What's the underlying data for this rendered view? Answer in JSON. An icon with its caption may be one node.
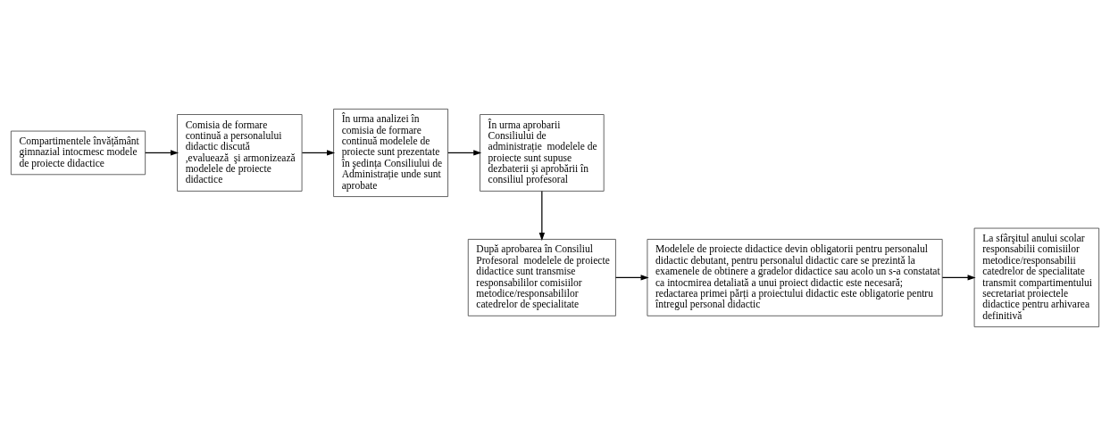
{
  "diagram": {
    "nodes": [
      {
        "text": [
          "Compartimentele învățământ gimnazial intocmesc modele de proiecte didactice"
        ]
      },
      {
        "text": [
          "Comisia de formare continuă a personalului didactic discută ,evaluează  şi armonizează modelele de proiecte didactice"
        ]
      },
      {
        "text": [
          "În urma analizei în comisia de formare continuă modelele de proiecte sunt prezentate în şedința Consiliului de Administrație unde sunt aprobate"
        ]
      },
      {
        "text": [
          "În urma aprobarii Consiliului de administrație  modelele de proiecte sunt supuse dezbaterii şi aprobării în consiliul profesoral"
        ]
      },
      {
        "text": [
          "După aprobarea în Consiliul Profesoral  modelele de proiecte didactice sunt transmise responsabililor comisiilor metodice/responsabililor catedrelor de specialitate"
        ]
      },
      {
        "text": [
          "Modelele de proiecte didactice devin obligatorii pentru personalul didactic debutant, pentru personalul didactic care se prezintă la examenele de obtinere a gradelor didactice sau acolo un s-a constatat ca intocmirea detaliată a unui proiect didactic este necesară; redactarea primei părți a proiectului didactic este obligatorie pentru întregul personal didactic"
        ]
      },
      {
        "text": [
          "La sfârşitul anului scolar responsabilii comisiilor metodice/responsabilii catedrelor de specialitate transmit compartimentului secretariat proiectele didactice pentru arhivarea definitivă"
        ]
      }
    ],
    "edges": [
      {
        "from": 0,
        "to": 1,
        "arrow": "to"
      },
      {
        "from": 1,
        "to": 2,
        "arrow": "to"
      },
      {
        "from": 2,
        "to": 3,
        "arrow": "to"
      },
      {
        "from": 3,
        "to": 4,
        "arrow": "to"
      },
      {
        "from": 4,
        "to": 5,
        "arrow": "to"
      },
      {
        "from": 5,
        "to": 6,
        "arrow": "to"
      }
    ]
  }
}
